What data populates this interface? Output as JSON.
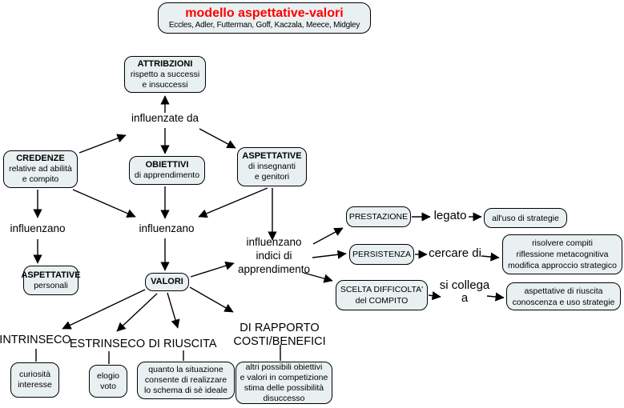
{
  "header": {
    "title": "modello aspettative-valori",
    "authors": "Eccles, Adler, Futterman, Goff, Kaczala, Meece, Midgley",
    "title_color": "#ff0000"
  },
  "colors": {
    "node_fill": "#e9f0f1",
    "node_border": "#000000",
    "background": "#ffffff"
  },
  "nodes": {
    "attribuzioni": {
      "title": "ATTRIBZIONI",
      "sub": "rispetto a successi\ne insuccessi"
    },
    "credenze": {
      "title": "CREDENZE",
      "sub": "relative ad abilità\ne compito"
    },
    "obiettivi": {
      "title": "OBIETTIVI",
      "sub": "di apprendimento"
    },
    "aspettative_altri": {
      "title": "ASPETTATIVE",
      "sub": "di insegnanti\ne genitori"
    },
    "aspettative_personali": {
      "title": "ASPETTATIVE",
      "sub": "personali"
    },
    "valori": {
      "title": "VALORI"
    },
    "prestazione": {
      "label": "PRESTAZIONE"
    },
    "persistenza": {
      "label": "PERSISTENZA"
    },
    "scelta_difficolta": {
      "label": "SCELTA DIFFICOLTA'\ndel COMPITO"
    },
    "alluso_strategie": {
      "label": "all'uso di strategie"
    },
    "risolvere_compiti": {
      "label": "risolvere compiti\nriflessione metacognitiva\nmodifica approccio strategico"
    },
    "aspettative_riuscita": {
      "label": "aspettative di riuscita\nconoscenza e uso strategie"
    },
    "curiosita": {
      "label": "curiosità\ninteresse"
    },
    "elogio": {
      "label": "elogio\nvoto"
    },
    "quanto_situazione": {
      "label": "quanto la situazione\nconsente di realizzare\nlo schema di sè ideale"
    },
    "altri_obiettivi": {
      "label": "altri possibili obiettivi\ne valori in competizione\nstima delle possibilità\ndisuccesso"
    }
  },
  "linking_phrases": {
    "influenzate_da": "influenzate da",
    "influenzano_left": "influenzano",
    "influenzano_center": "influenzano",
    "influenzano_indici": "influenzano\nindici di\napprendimento",
    "legato": "legato",
    "cercare_di": "cercare di",
    "si_collega_a": "si collega\na",
    "intrinseco": "INTRINSECO",
    "estrinseco": "ESTRINSECO",
    "di_riuscita": "DI RIUSCITA",
    "di_rapporto": "DI RAPPORTO\nCOSTI/BENEFICI"
  }
}
